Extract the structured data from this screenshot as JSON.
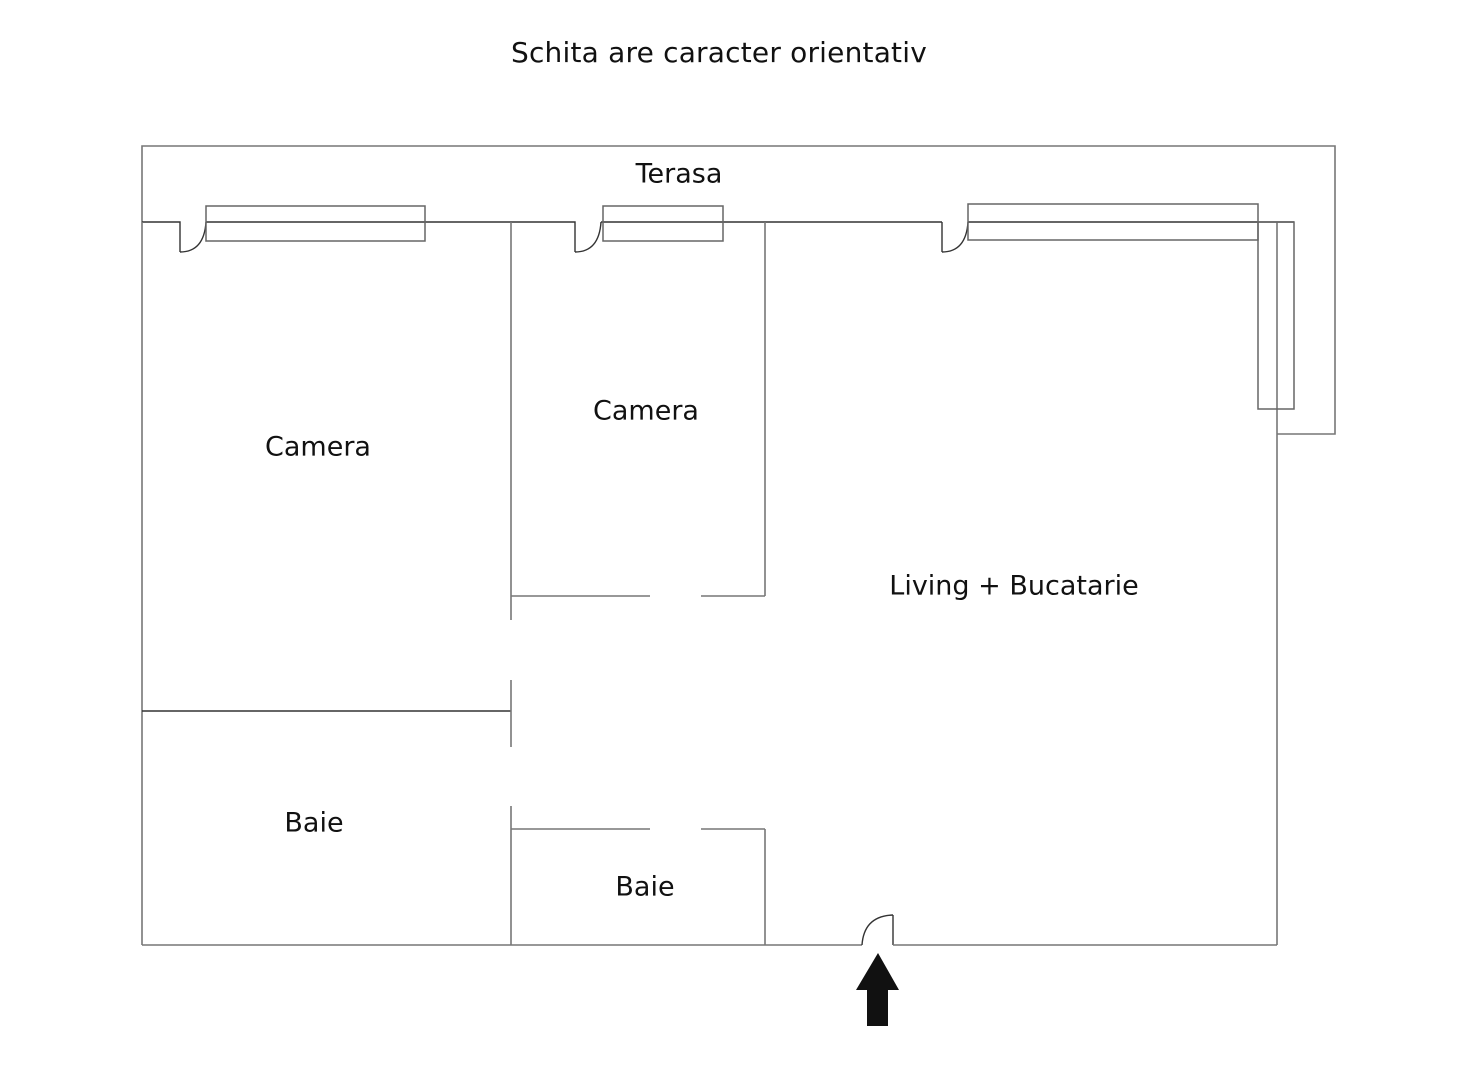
{
  "header": {
    "title": "Schita are caracter orientativ"
  },
  "rooms": [
    {
      "id": "terasa",
      "label": "Terasa"
    },
    {
      "id": "camera-1",
      "label": "Camera"
    },
    {
      "id": "camera-2",
      "label": "Camera"
    },
    {
      "id": "living",
      "label": "Living + Bucatarie"
    },
    {
      "id": "baie-1",
      "label": "Baie"
    },
    {
      "id": "baie-2",
      "label": "Baie"
    }
  ],
  "icons": {
    "entrance": "entrance-arrow-icon"
  },
  "colors": {
    "line": "#333333",
    "arrow": "#111111",
    "background": "#ffffff"
  }
}
